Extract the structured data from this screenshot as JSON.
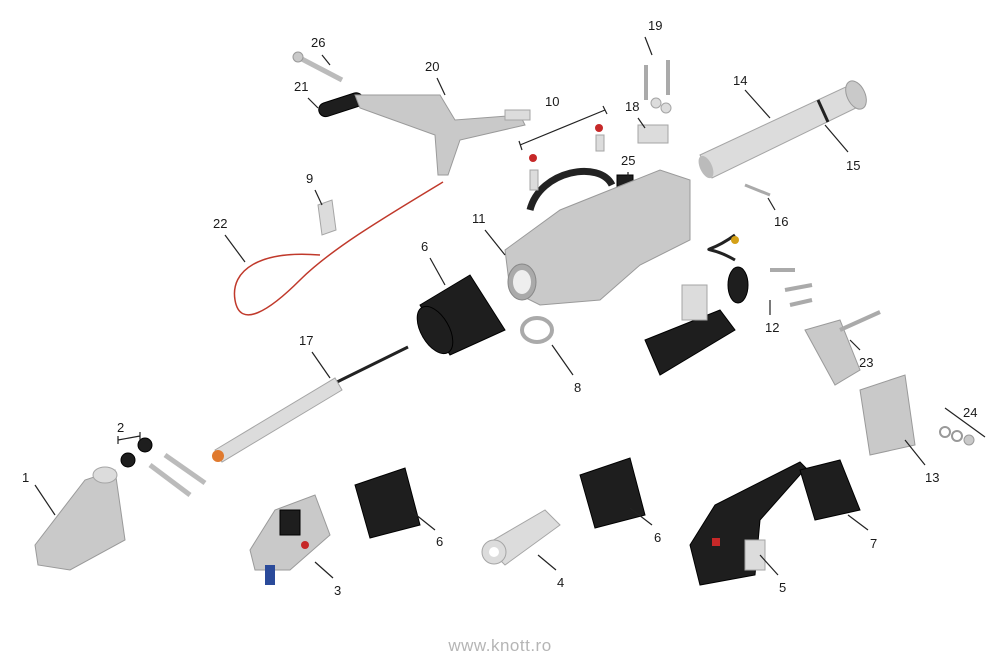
{
  "diagram": {
    "title": "Exploded parts diagram - overrun braking system",
    "labels": {
      "p1": "1",
      "p2": "2",
      "p3": "3",
      "p4": "4",
      "p5": "5",
      "p6a": "6",
      "p6b": "6",
      "p6c": "6",
      "p7": "7",
      "p8": "8",
      "p9": "9",
      "p10": "10",
      "p11": "11",
      "p12": "12",
      "p13": "13",
      "p14": "14",
      "p15": "15",
      "p16": "16",
      "p17": "17",
      "p18": "18",
      "p19": "19",
      "p20": "20",
      "p21": "21",
      "p22": "22",
      "p23": "23",
      "p24": "24",
      "p25": "25",
      "p26": "26"
    },
    "colors": {
      "metal": "#c9c9c9",
      "rubber": "#1e1e1e",
      "cable": "#c0392b",
      "accent_orange": "#e07a2e",
      "accent_blue": "#2a4a9a",
      "accent_red": "#c62828"
    }
  },
  "footer": {
    "watermark": "www.knott.ro"
  }
}
